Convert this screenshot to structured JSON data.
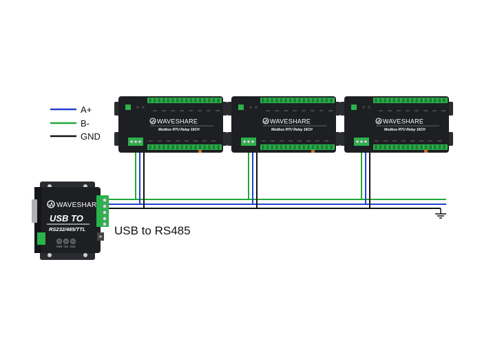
{
  "legend": [
    {
      "label": "A+",
      "color": "#2040d0"
    },
    {
      "label": "B-",
      "color": "#22a838"
    },
    {
      "label": "GND",
      "color": "#111111"
    }
  ],
  "converter": {
    "brand": "WAVESHARE",
    "title": "USB TO",
    "subtitle": "RS232/485/TTL",
    "caption": "USB to RS485",
    "leds": [
      "PWR",
      "TXD",
      "RXD"
    ]
  },
  "relay_modules": [
    {
      "brand": "WAVESHARE",
      "model": "Modbus RTU Relay 16CH"
    },
    {
      "brand": "WAVESHARE",
      "model": "Modbus RTU Relay 16CH"
    },
    {
      "brand": "WAVESHARE",
      "model": "Modbus RTU Relay 16CH"
    }
  ],
  "relay_channel_labels": [
    "CH1",
    "CH2",
    "CH3",
    "CH4",
    "CH5",
    "CH6",
    "CH7",
    "CH8"
  ],
  "colors": {
    "a_plus": "#2040d0",
    "b_minus": "#22a838",
    "gnd": "#111111",
    "device_body": "#1d1f22",
    "terminal_green": "#2bb24c"
  }
}
